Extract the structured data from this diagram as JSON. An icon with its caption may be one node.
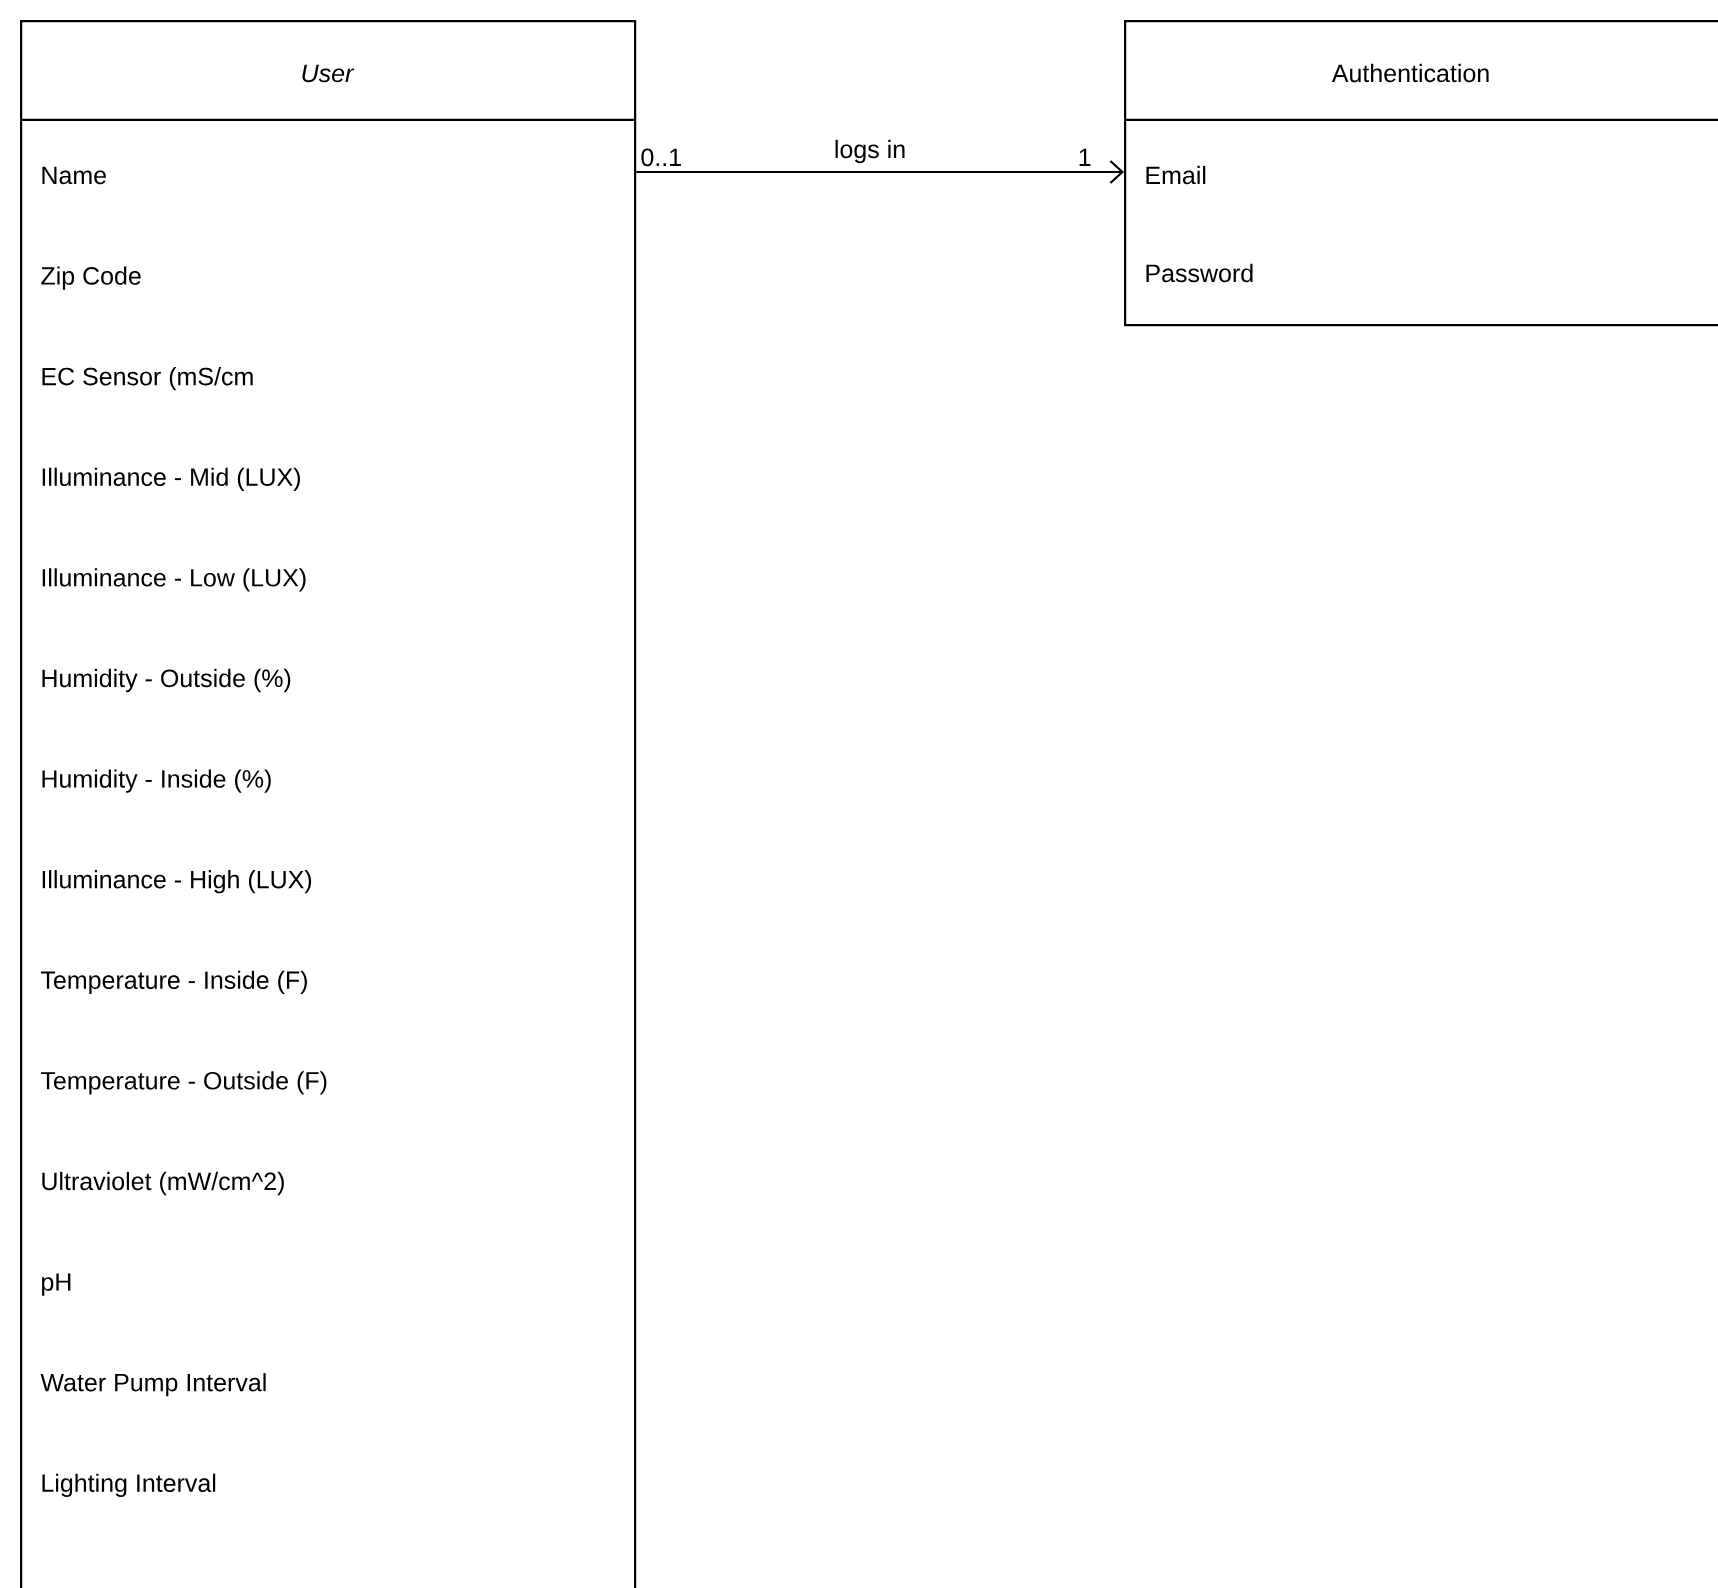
{
  "diagram": {
    "nodes": [
      {
        "text": [
          "User",
          "Name",
          "Zip Code",
          "EC Sensor (mS/cm",
          "Illuminance - Mid (LUX)",
          "Illuminance - Low (LUX)",
          "Humidity - Outside (%)",
          "Humidity - Inside (%)",
          "Illuminance - High (LUX)",
          "Temperature - Inside (F)",
          "Temperature - Outside (F)",
          "Ultraviolet (mW/cm^2)",
          "pH",
          "Water Pump Interval",
          "Lighting Interval"
        ]
      },
      {
        "text": [
          "Authentication",
          "Email",
          "Password"
        ]
      }
    ],
    "edges": [
      {
        "from": 0,
        "to": 1,
        "arrow": "to",
        "label": "logs in"
      }
    ],
    "labels": [
      "0..1",
      "1"
    ]
  }
}
